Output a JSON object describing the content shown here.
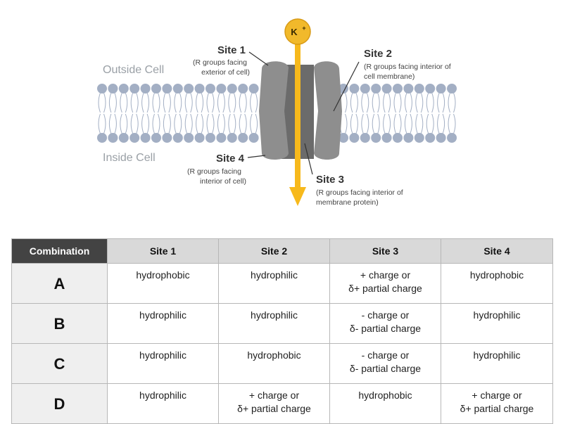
{
  "diagram": {
    "ion_label": "K",
    "ion_charge": "+",
    "outside_label": "Outside Cell",
    "inside_label": "Inside Cell",
    "sites": [
      {
        "title": "Site 1",
        "desc_lines": [
          "(R groups facing",
          "exterior of cell)"
        ]
      },
      {
        "title": "Site 2",
        "desc_lines": [
          "(R groups facing interior of",
          "cell membrane)"
        ]
      },
      {
        "title": "Site 3",
        "desc_lines": [
          "(R groups facing interior of",
          "membrane protein)"
        ]
      },
      {
        "title": "Site 4",
        "desc_lines": [
          "(R groups facing",
          "interior of cell)"
        ]
      }
    ],
    "colors": {
      "lipid_head": "#a3afc4",
      "protein": "#8c8c8c",
      "protein_dark": "#666666",
      "arrow": "#f7b91c",
      "ion": "#f1b92b"
    }
  },
  "table": {
    "headers": [
      "Combination",
      "Site 1",
      "Site 2",
      "Site 3",
      "Site 4"
    ],
    "rows": [
      {
        "label": "A",
        "cells": [
          [
            "hydrophobic"
          ],
          [
            "hydrophilic"
          ],
          [
            "+ charge or",
            "δ+ partial charge"
          ],
          [
            "hydrophobic"
          ]
        ]
      },
      {
        "label": "B",
        "cells": [
          [
            "hydrophilic"
          ],
          [
            "hydrophilic"
          ],
          [
            "- charge or",
            "δ- partial charge"
          ],
          [
            "hydrophilic"
          ]
        ]
      },
      {
        "label": "C",
        "cells": [
          [
            "hydrophilic"
          ],
          [
            "hydrophobic"
          ],
          [
            "- charge or",
            "δ- partial charge"
          ],
          [
            "hydrophilic"
          ]
        ]
      },
      {
        "label": "D",
        "cells": [
          [
            "hydrophilic"
          ],
          [
            "+ charge or",
            "δ+ partial charge"
          ],
          [
            "hydrophobic"
          ],
          [
            "+ charge or",
            "δ+ partial charge"
          ]
        ]
      }
    ]
  }
}
